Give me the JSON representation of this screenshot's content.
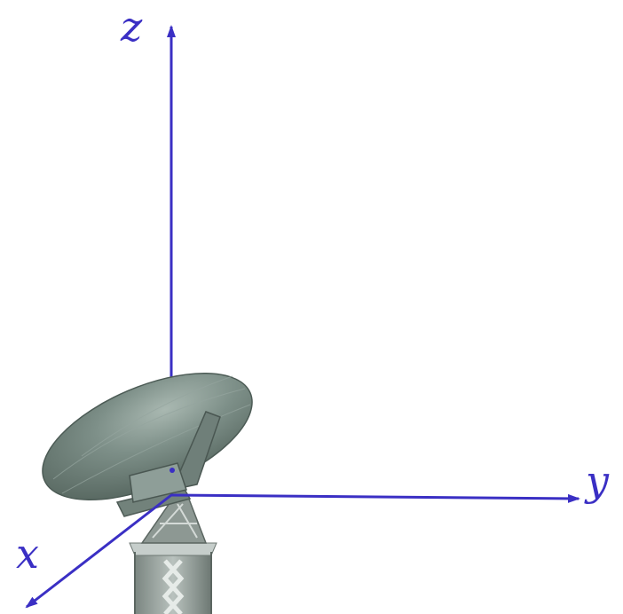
{
  "axes": {
    "z_label": "z",
    "y_label": "y",
    "x_label": "x"
  },
  "colors": {
    "axis": "#3a2fc4",
    "dish_dark": "#5c6e68",
    "dish_mid": "#7d8f88",
    "dish_light": "#a9b8b1",
    "tower": "#8a9590",
    "tower_light": "#c4ccc8"
  }
}
